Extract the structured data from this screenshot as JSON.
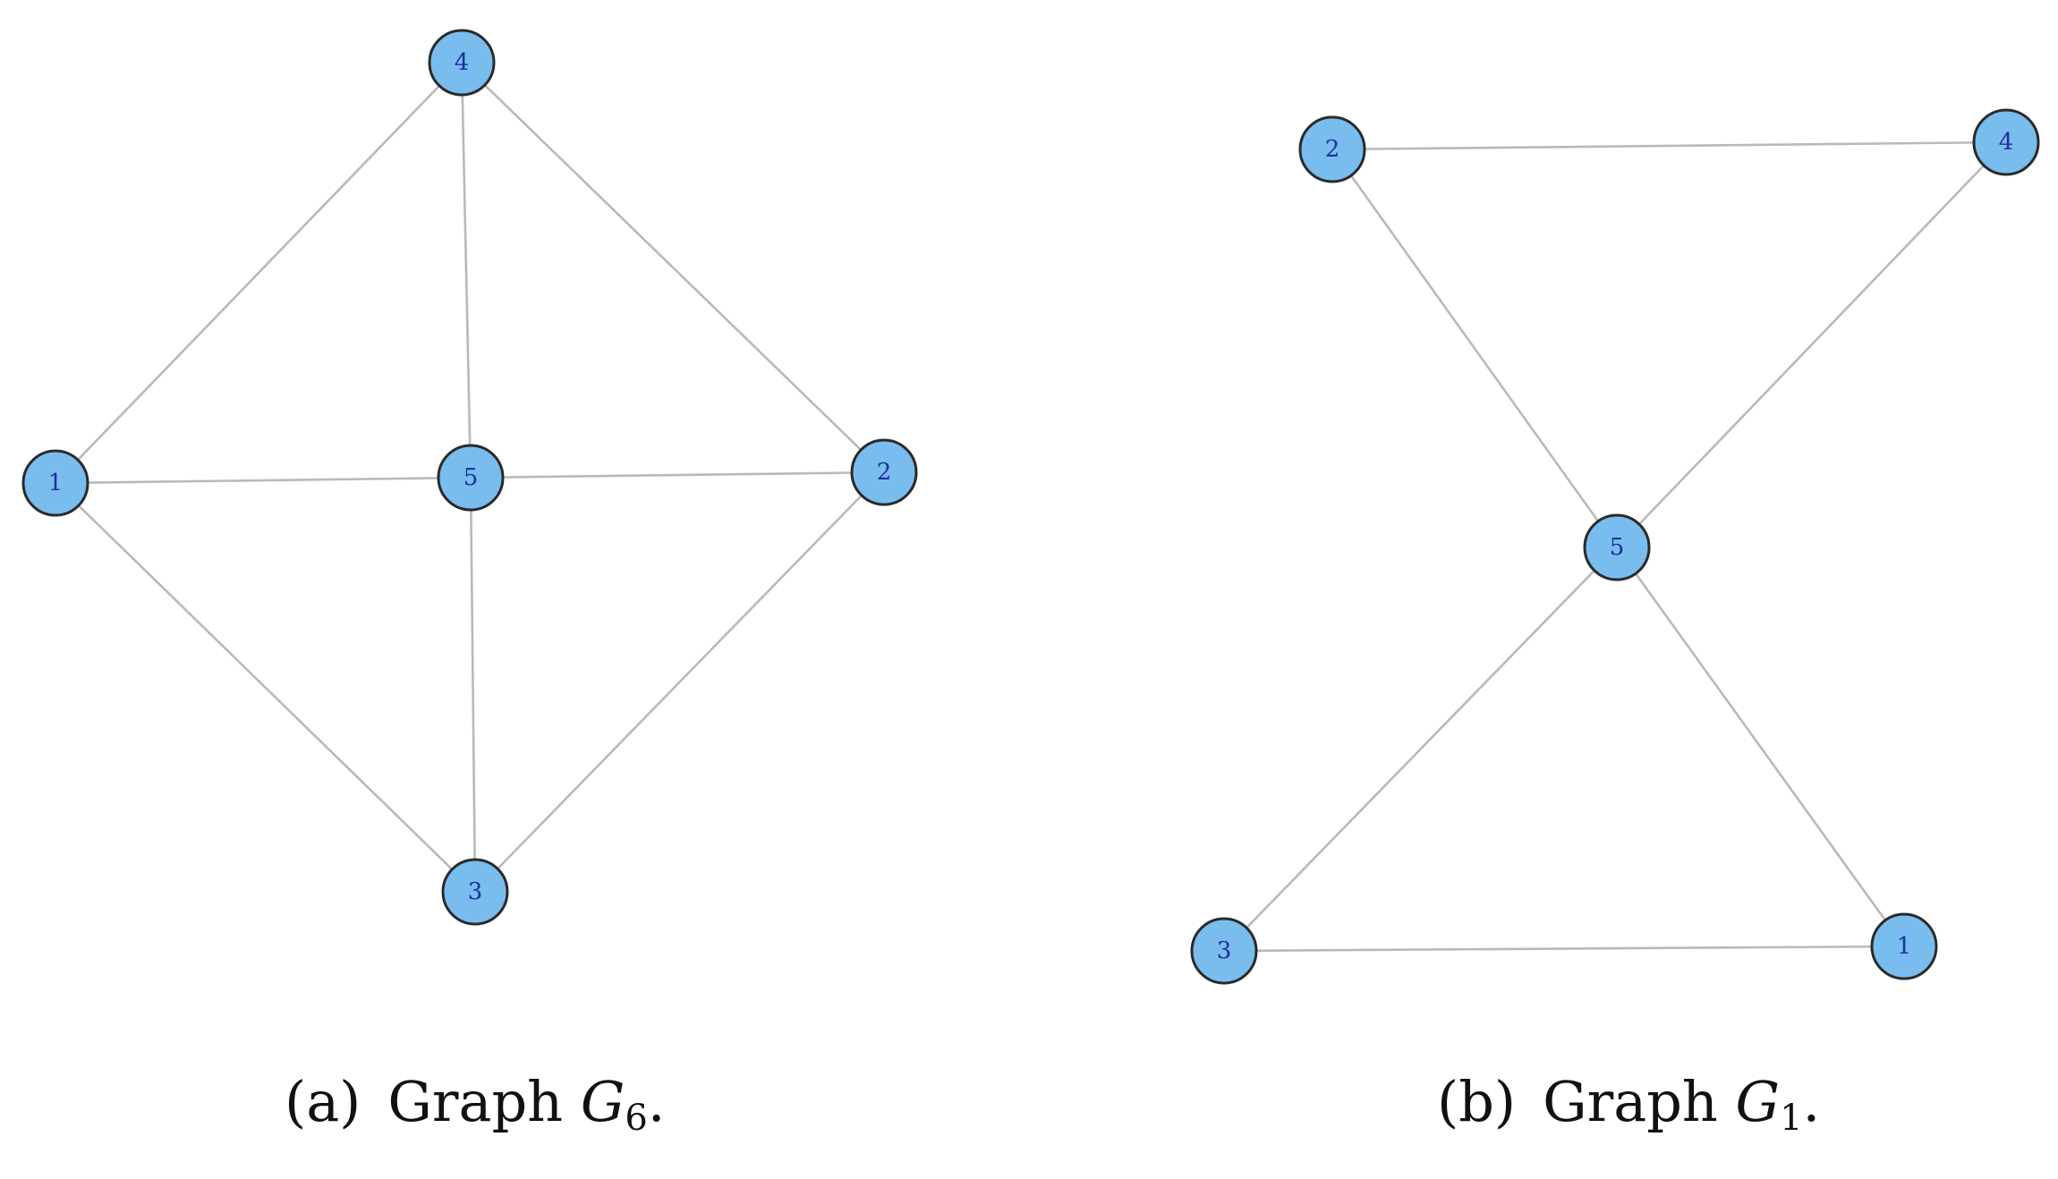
{
  "graphs": [
    {
      "id": "a",
      "nodes": [
        "1",
        "2",
        "3",
        "4",
        "5"
      ],
      "edges": [
        [
          "1",
          "4"
        ],
        [
          "4",
          "2"
        ],
        [
          "4",
          "5"
        ],
        [
          "1",
          "5"
        ],
        [
          "5",
          "2"
        ],
        [
          "1",
          "3"
        ],
        [
          "5",
          "3"
        ],
        [
          "2",
          "3"
        ]
      ]
    },
    {
      "id": "b",
      "nodes": [
        "1",
        "2",
        "3",
        "4",
        "5"
      ],
      "edges": [
        [
          "2",
          "4"
        ],
        [
          "2",
          "5"
        ],
        [
          "4",
          "5"
        ],
        [
          "5",
          "3"
        ],
        [
          "5",
          "1"
        ],
        [
          "3",
          "1"
        ]
      ]
    }
  ],
  "captions": {
    "a": {
      "tag": "(a)",
      "text": "Graph",
      "symbol": "G",
      "subscript": "6",
      "end": "."
    },
    "b": {
      "tag": "(b)",
      "text": "Graph",
      "symbol": "G",
      "subscript": "1",
      "end": "."
    }
  },
  "colors": {
    "node_fill": "#79bdef",
    "node_stroke": "#2a2a2a",
    "edge": "#b9b9b9",
    "label": "#1d2e9e"
  }
}
